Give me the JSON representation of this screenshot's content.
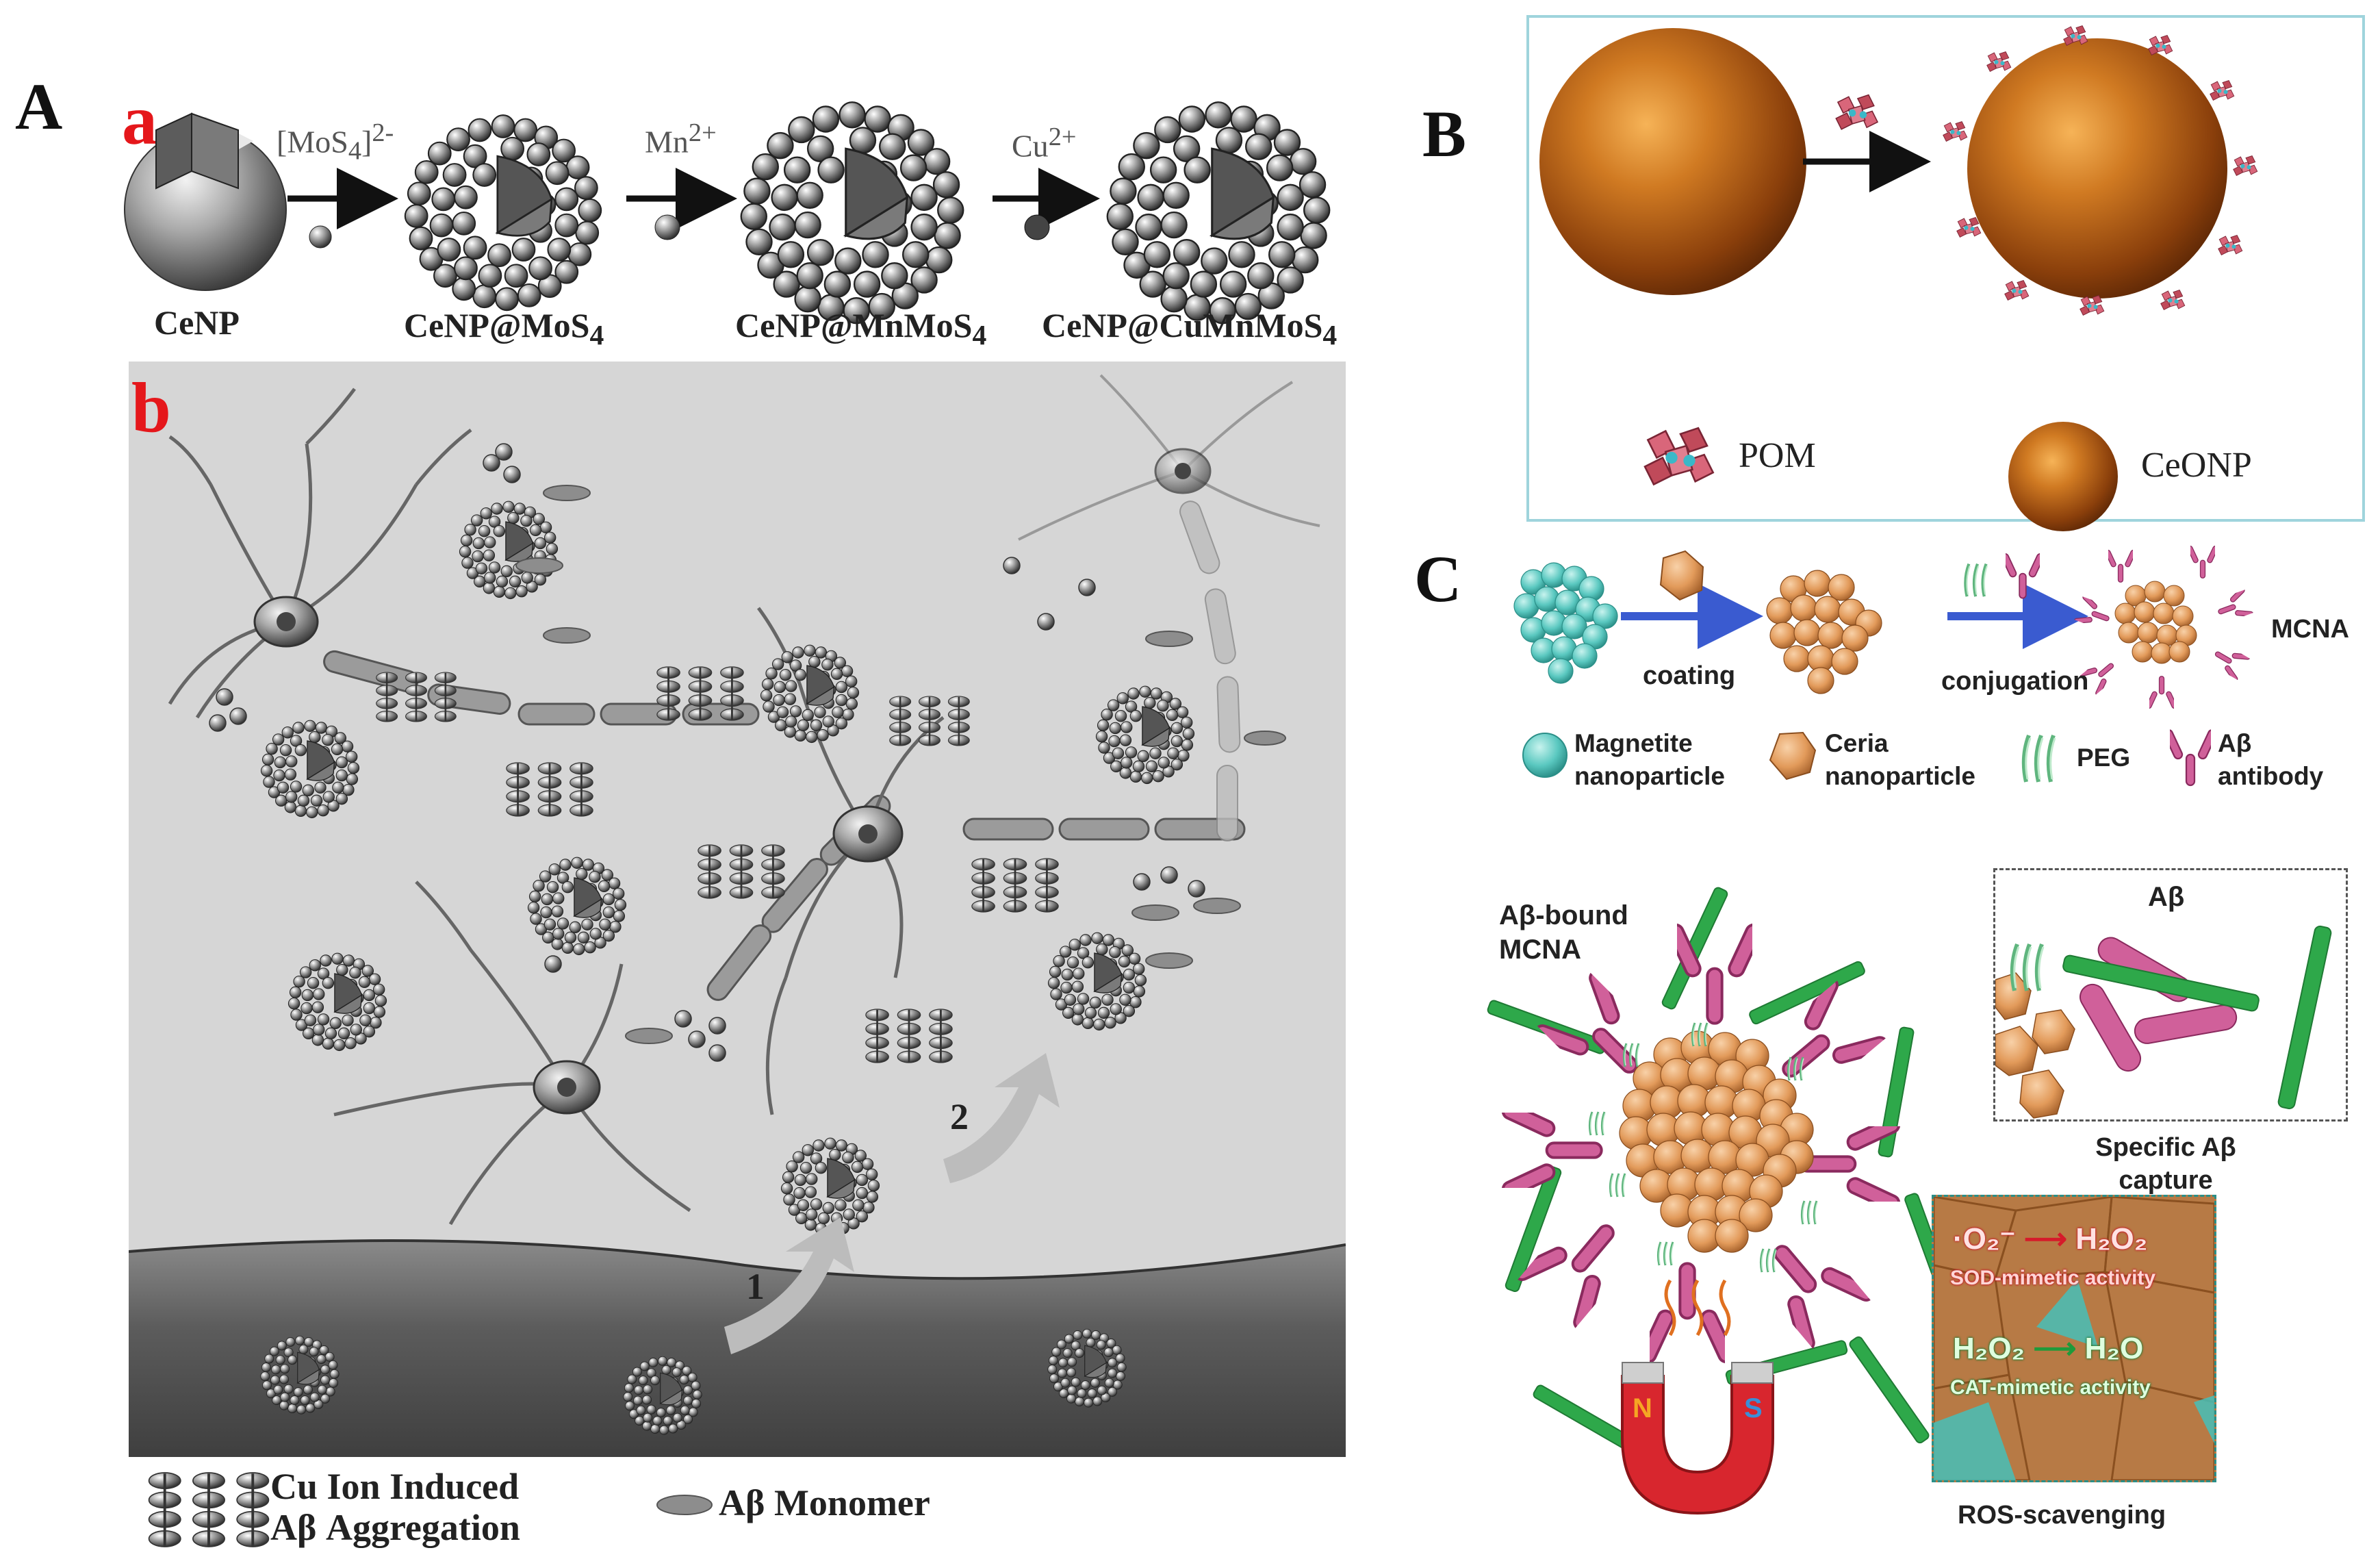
{
  "panels": {
    "A": "A",
    "B": "B",
    "C": "C"
  },
  "panel_a": {
    "sub_a": "a",
    "sub_b": "b",
    "reagents": [
      {
        "base": "[MoS",
        "sub": "4",
        "close": "]",
        "sup": "2-"
      },
      {
        "base": "Mn",
        "sup": "2+"
      },
      {
        "base": "Cu",
        "sup": "2+"
      }
    ],
    "products": [
      {
        "base": "CeNP",
        "sub": ""
      },
      {
        "base": "CeNP@MoS",
        "sub": "4"
      },
      {
        "base": "CeNP@MnMoS",
        "sub": "4"
      },
      {
        "base": "CeNP@CuMnMoS",
        "sub": "4"
      }
    ],
    "steps": [
      "1",
      "2"
    ],
    "legend": {
      "aggregation_line1": "Cu Ion Induced",
      "aggregation_line2": "Aβ Aggregation",
      "monomer": "Aβ Monomer"
    }
  },
  "panel_b": {
    "legend_pom": "POM",
    "legend_ceonp": "CeONP"
  },
  "panel_c": {
    "step1": "coating",
    "step2": "conjugation",
    "product": "MCNA",
    "legend": [
      {
        "line1": "Magnetite",
        "line2": "nanoparticle"
      },
      {
        "line1": "Ceria",
        "line2": "nanoparticle"
      },
      {
        "line1": "PEG",
        "line2": ""
      },
      {
        "line1": "Aβ",
        "line2": "antibody"
      }
    ],
    "bound_line1": "Aβ-bound",
    "bound_line2": "MCNA",
    "abeta": "Aβ",
    "capture_line1": "Specific Aβ",
    "capture_line2": "capture",
    "ros_title": "ROS-scavenging",
    "sod_reaction_left": "·O₂⁻",
    "sod_reaction_right": "H₂O₂",
    "sod_label": "SOD-mimetic activity",
    "cat_reaction_left": "H₂O₂",
    "cat_reaction_right": "H₂O",
    "cat_label": "CAT-mimetic activity",
    "magnet_n": "N",
    "magnet_s": "S"
  },
  "colors": {
    "sub_letter_red": "#e5171b",
    "ceria_orange": "#e8a66a",
    "magnetite_teal": "#5ac8c0",
    "antibody_pink": "#d0609a",
    "peg_green": "#8fd4a4",
    "abeta_green": "#2ea84a",
    "ceonp_bronze": "#b35a12",
    "pom_red": "#c04a5a",
    "arrow_blue": "#3a5bd0",
    "panel_b_border": "#9fd4dc"
  }
}
